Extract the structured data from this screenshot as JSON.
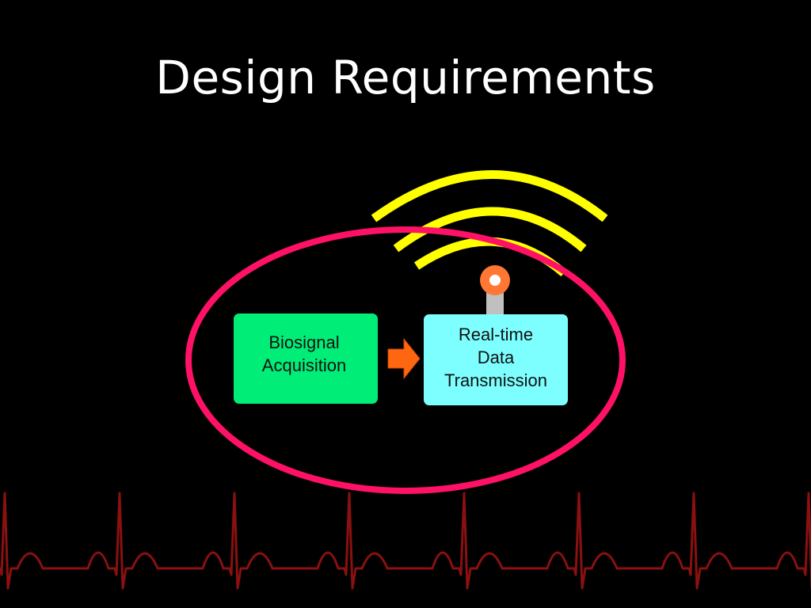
{
  "slide": {
    "title": "Design Requirements"
  },
  "diagram": {
    "nodes": [
      {
        "id": "acquisition",
        "label": "Biosignal\nAcquisition",
        "color": "#00ee77"
      },
      {
        "id": "transmission",
        "label": "Real-time\nData\nTransmission",
        "color": "#7dffff"
      }
    ],
    "edges": [
      {
        "from": "acquisition",
        "to": "transmission",
        "color": "#ff6611"
      }
    ],
    "colors": {
      "background": "#000000",
      "title": "#ffffff",
      "highlight_ellipse": "#ff1166",
      "wireless_waves": "#ffff00",
      "antenna_stem": "#c0c0c0",
      "antenna_tip": "#ff7733",
      "ecg_trace": "#8b1010"
    },
    "icons": [
      "antenna-icon",
      "wireless-signal-icon",
      "arrow-right-icon",
      "ecg-waveform"
    ]
  }
}
